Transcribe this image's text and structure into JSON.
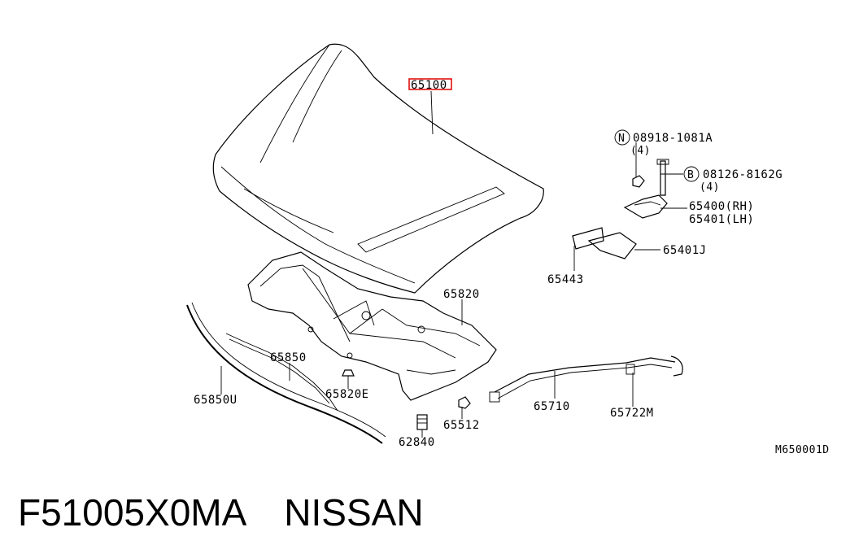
{
  "parts": {
    "hood": "65100",
    "nut_code": "08918-1081A",
    "nut_qty": "(4)",
    "nut_marker": "N",
    "bolt_code": "08126-8162G",
    "bolt_qty": "(4)",
    "bolt_marker": "B",
    "hinge_rh": "65400(RH)",
    "hinge_lh": "65401(LH)",
    "pad_j": "65401J",
    "pad": "65443",
    "insulator": "65820",
    "seal_upper": "65850",
    "seal_lower": "65850U",
    "clip_e": "65820E",
    "clip": "65512",
    "bumper": "62840",
    "rod": "65710",
    "hose": "65722M"
  },
  "diagram_code": "M650001D",
  "highlight_color": "#e00000",
  "footer": {
    "part_number": "F51005X0MA",
    "brand": "NISSAN"
  }
}
